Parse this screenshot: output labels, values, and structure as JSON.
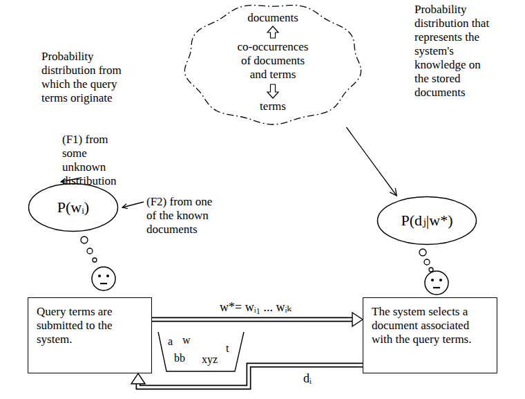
{
  "diagram": {
    "nodes": [
      {
        "text": [
          "documents",
          "co-occurrences of documents and terms",
          "terms"
        ]
      },
      {
        "text": [
          "P(wᵢ)"
        ]
      },
      {
        "text": [
          "P(dⱼ|w*)"
        ]
      },
      {
        "text": [
          "Query terms are submitted to the system."
        ]
      },
      {
        "text": [
          "The system selects a document associated with the query terms."
        ]
      }
    ],
    "edges": [
      {
        "from": 0,
        "to": 2,
        "arrow": "to"
      },
      {
        "from": 3,
        "to": 4,
        "label": "w*= wᵢ₁ ... wᵢₖ",
        "arrow": "to"
      },
      {
        "from": 4,
        "to": 3,
        "label": "dᵢ",
        "arrow": "to"
      }
    ],
    "labels": [
      "Probability distribution from which the query terms originate",
      "Probability distribution that represents the system's knowledge on the stored documents",
      "(F1) from some unknown distribution",
      "(F2) from one of the known documents",
      "a",
      "w",
      "bb",
      "xyz",
      "t"
    ]
  }
}
